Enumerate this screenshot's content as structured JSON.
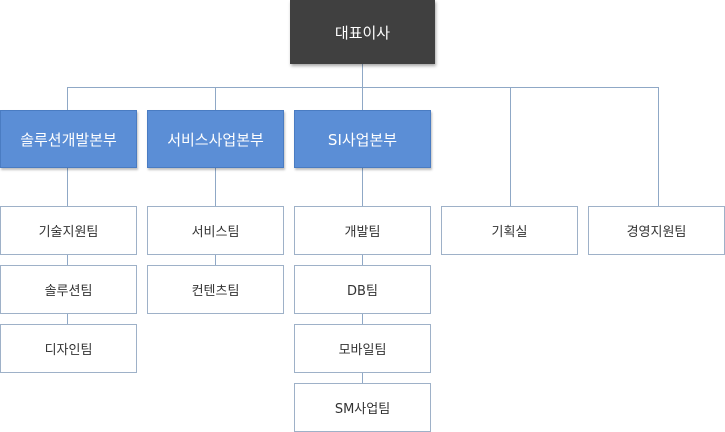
{
  "org": {
    "root": "대표이사",
    "divisions": [
      {
        "name": "솔루션개발본부",
        "teams": [
          "기술지원팀",
          "솔루션팀",
          "디자인팀"
        ]
      },
      {
        "name": "서비스사업본부",
        "teams": [
          "서비스팀",
          "컨텐츠팀"
        ]
      },
      {
        "name": "SI사업본부",
        "teams": [
          "개발팀",
          "DB팀",
          "모바일팀",
          "SM사업팀"
        ]
      }
    ],
    "direct_units": [
      "기획실",
      "경영지원팀"
    ]
  },
  "colors": {
    "root_bg": "#404040",
    "division_bg": "#5b8ed6",
    "team_border": "#9eb1c8",
    "connector": "#8fa8c6"
  }
}
